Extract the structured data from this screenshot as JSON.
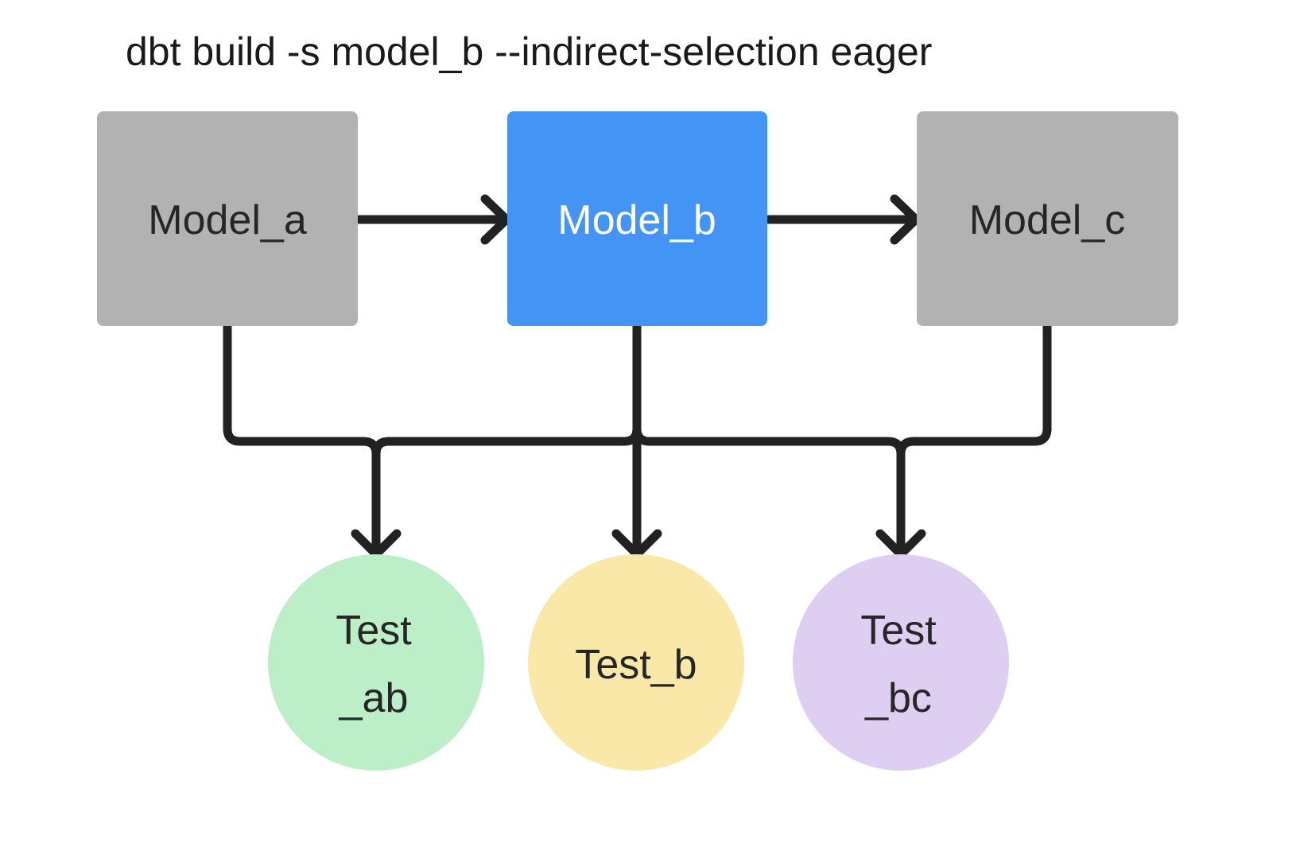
{
  "title": "dbt build -s model_b --indirect-selection eager",
  "colors": {
    "background": "#ffffff",
    "line": "#222222",
    "title_text": "#1a1a1a",
    "selected_node": "#4494f5",
    "unselected_node": "#b2b2b2"
  },
  "nodes": {
    "model_a": {
      "label": "Model_a",
      "fill": "#b2b2b2",
      "text_color": "#262626",
      "type": "model",
      "selected": false
    },
    "model_b": {
      "label": "Model_b",
      "fill": "#4494f5",
      "text_color": "#ffffff",
      "type": "model",
      "selected": true
    },
    "model_c": {
      "label": "Model_c",
      "fill": "#b2b2b2",
      "text_color": "#262626",
      "type": "model",
      "selected": false
    },
    "test_ab": {
      "label_line1": "Test",
      "label_line2": "_ab",
      "fill": "#bceec8",
      "text_color": "#262626",
      "type": "test"
    },
    "test_b": {
      "label": "Test_b",
      "fill": "#f9e8a7",
      "text_color": "#262626",
      "type": "test"
    },
    "test_bc": {
      "label_line1": "Test",
      "label_line2": "_bc",
      "fill": "#ddcef2",
      "text_color": "#262626",
      "type": "test"
    }
  },
  "edges": [
    {
      "from": "model_a",
      "to": "model_b"
    },
    {
      "from": "model_b",
      "to": "model_c"
    },
    {
      "from": "model_a",
      "to": "test_ab"
    },
    {
      "from": "model_b",
      "to": "test_ab"
    },
    {
      "from": "model_b",
      "to": "test_b"
    },
    {
      "from": "model_b",
      "to": "test_bc"
    },
    {
      "from": "model_c",
      "to": "test_bc"
    }
  ]
}
